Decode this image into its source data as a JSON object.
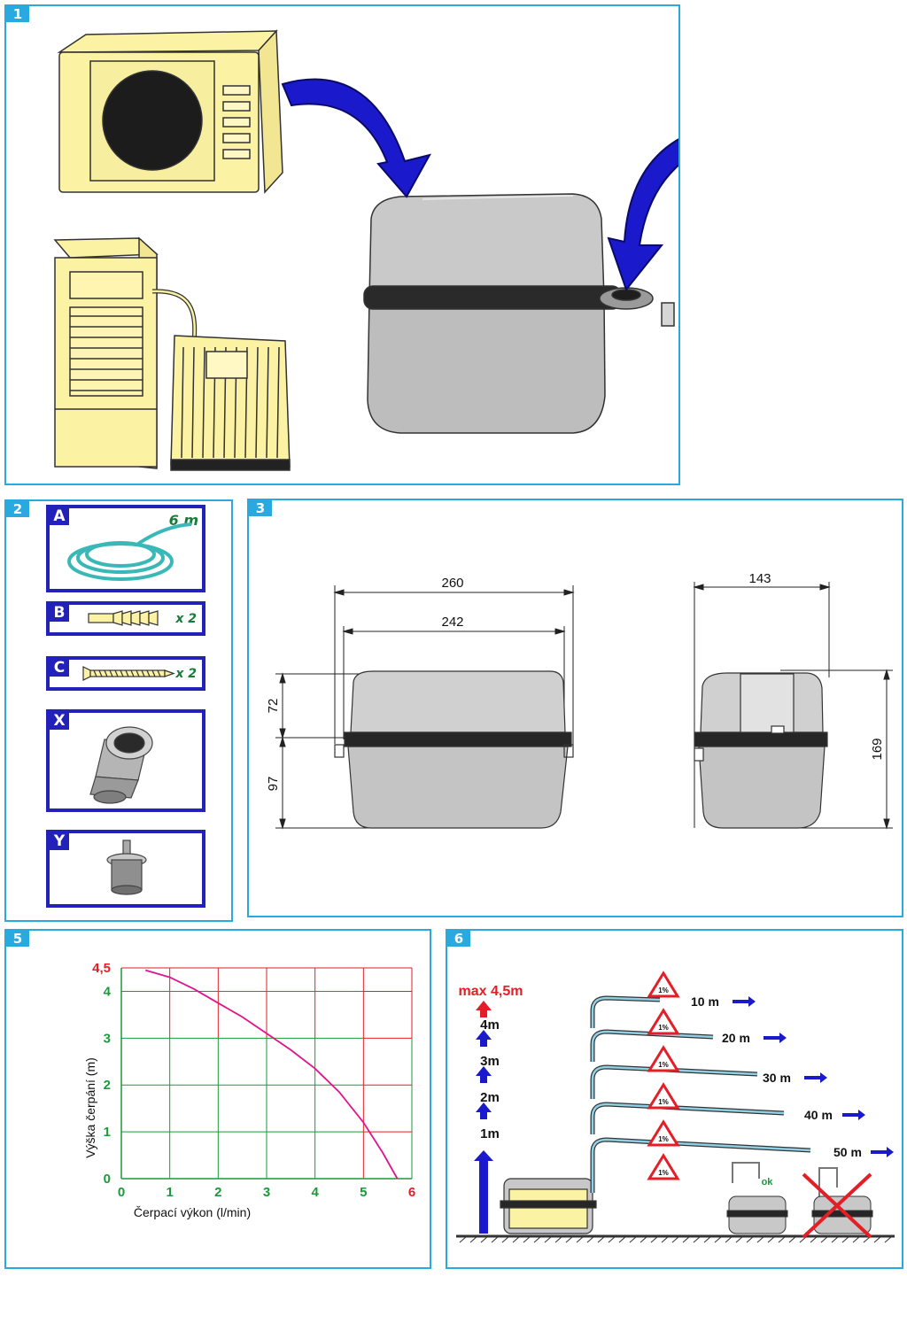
{
  "panels": {
    "p1": {
      "number": "1"
    },
    "p2": {
      "number": "2"
    },
    "p3": {
      "number": "3"
    },
    "p5": {
      "number": "5"
    },
    "p6": {
      "number": "6"
    }
  },
  "accessories": [
    {
      "letter": "A",
      "note": "6 m"
    },
    {
      "letter": "B",
      "note": "x 2"
    },
    {
      "letter": "C",
      "note": "x 2"
    },
    {
      "letter": "X",
      "note": ""
    },
    {
      "letter": "Y",
      "note": ""
    }
  ],
  "dimensions": {
    "front_total_width": "260",
    "front_inner_width": "242",
    "upper_height": "72",
    "lower_height": "97",
    "side_width": "143",
    "side_height": "169"
  },
  "chart_data": {
    "type": "line",
    "xlabel": "Čerpací výkon (l/min)",
    "ylabel": "Výška čerpání (m)",
    "xlim": [
      0,
      6
    ],
    "ylim": [
      0,
      4.5
    ],
    "x_ticks": [
      "0",
      "1",
      "2",
      "3",
      "4",
      "5",
      "6"
    ],
    "y_ticks": [
      "0",
      "1",
      "2",
      "3",
      "4",
      "4,5"
    ],
    "grid": true,
    "series": [
      {
        "x": [
          0.5,
          1.0,
          1.5,
          2.0,
          2.5,
          3.0,
          3.5,
          4.0,
          4.5,
          5.0,
          5.4,
          5.7
        ],
        "y": [
          4.45,
          4.3,
          4.05,
          3.75,
          3.45,
          3.1,
          2.75,
          2.35,
          1.85,
          1.2,
          0.55,
          0.0
        ]
      }
    ],
    "colors": {
      "curve": "#e0148c",
      "grid_red": "#e41e26",
      "grid_green": "#1a9a3a",
      "tick_green": "#1a9a3a",
      "tick_red": "#e41e26"
    }
  },
  "lift": {
    "max_label": "max 4,5m",
    "levels": [
      "4m",
      "3m",
      "2m",
      "1m"
    ],
    "slope_label": "1%",
    "runs": [
      "10 m",
      "20 m",
      "30 m",
      "40 m",
      "50 m"
    ],
    "ok_label": "ok"
  }
}
